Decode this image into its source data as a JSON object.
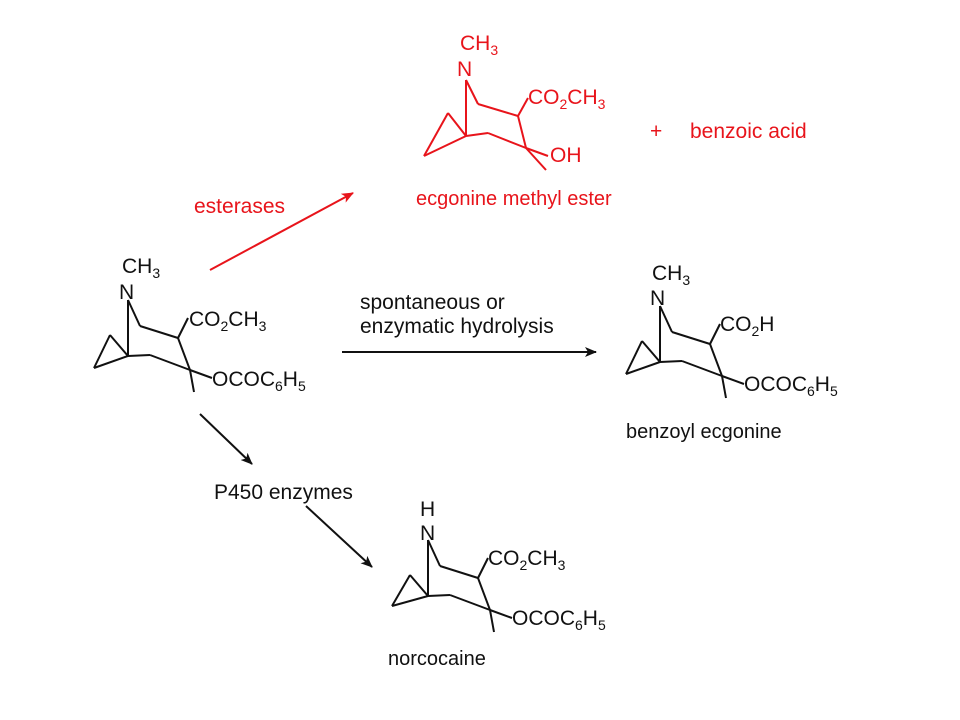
{
  "colors": {
    "ink": "#111111",
    "highlight": "#e8141b",
    "background": "#ffffff"
  },
  "cocaine": {
    "n_methyl": "CH3",
    "ester": "CO2CH3",
    "benzoate": "OCOC6H5"
  },
  "ecgonine_methyl_ester": {
    "n_methyl": "CH3",
    "ester": "CO2CH3",
    "hydroxyl": "OH",
    "name": "ecgonine methyl ester"
  },
  "benzoyl_ecgonine": {
    "n_methyl": "CH3",
    "acid": "CO2H",
    "benzoate": "OCOC6H5",
    "name": "benzoyl ecgonine"
  },
  "norcocaine": {
    "n_hydrogen": "H",
    "ester": "CO2CH3",
    "benzoate": "OCOC6H5",
    "name": "norcocaine"
  },
  "nitrogen": "N",
  "arrows": {
    "esterases": "esterases",
    "hydrolysis_line1": "spontaneous or",
    "hydrolysis_line2": "enzymatic hydrolysis",
    "p450": "P450 enzymes"
  },
  "byproduct": {
    "plus": "+",
    "name": "benzoic acid"
  }
}
